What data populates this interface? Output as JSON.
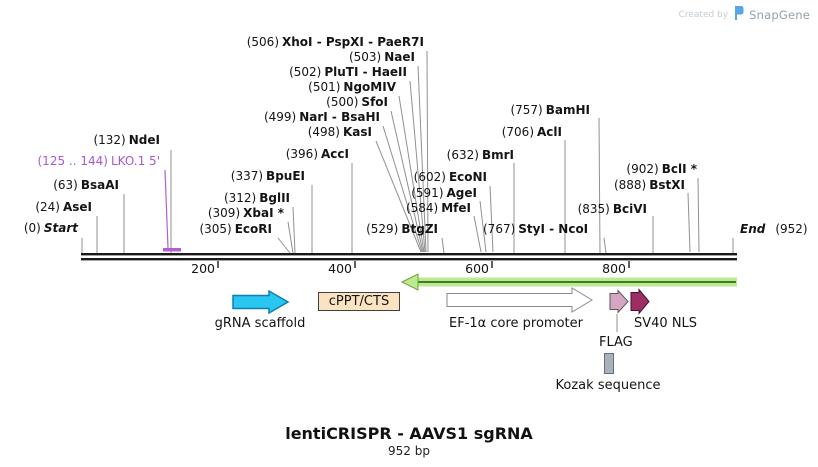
{
  "watermark": {
    "created_by": "Created by",
    "brand": "SnapGene"
  },
  "map_title": {
    "name": "lentiCRISPR - AAVS1 sgRNA",
    "length": "952 bp"
  },
  "ruler": {
    "ticks": [
      "200",
      "400",
      "600",
      "800"
    ],
    "start_pos": "(0)",
    "start_name": "Start",
    "end_name": "End",
    "end_pos": "(952)",
    "length_bp": 952
  },
  "primer": {
    "pos": "(125 .. 144)",
    "name": "LKO.1 5'",
    "color": "#a958d6"
  },
  "sites": [
    {
      "pos": "(506)",
      "name": "XhoI - PspXI - PaeR7I",
      "bp": 506
    },
    {
      "pos": "(503)",
      "name": "NaeI",
      "bp": 503
    },
    {
      "pos": "(502)",
      "name": "PluTI - HaeII",
      "bp": 502
    },
    {
      "pos": "(501)",
      "name": "NgoMIV",
      "bp": 501
    },
    {
      "pos": "(500)",
      "name": "SfoI",
      "bp": 500
    },
    {
      "pos": "(499)",
      "name": "NarI - BsaHI",
      "bp": 499
    },
    {
      "pos": "(498)",
      "name": "KasI",
      "bp": 498
    },
    {
      "pos": "(757)",
      "name": "BamHI",
      "bp": 757
    },
    {
      "pos": "(706)",
      "name": "AclI",
      "bp": 706
    },
    {
      "pos": "(902)",
      "name": "BclI *",
      "bp": 902
    },
    {
      "pos": "(888)",
      "name": "BstXI",
      "bp": 888
    },
    {
      "pos": "(835)",
      "name": "BciVI",
      "bp": 835
    },
    {
      "pos": "(632)",
      "name": "BmrI",
      "bp": 632
    },
    {
      "pos": "(602)",
      "name": "EcoNI",
      "bp": 602
    },
    {
      "pos": "(591)",
      "name": "AgeI",
      "bp": 591
    },
    {
      "pos": "(584)",
      "name": "MfeI",
      "bp": 584
    },
    {
      "pos": "(767)",
      "name": "StyI - NcoI",
      "bp": 767
    },
    {
      "pos": "(529)",
      "name": "BtgZI",
      "bp": 529
    },
    {
      "pos": "(396)",
      "name": "AccI",
      "bp": 396
    },
    {
      "pos": "(337)",
      "name": "BpuEI",
      "bp": 337
    },
    {
      "pos": "(312)",
      "name": "BglII",
      "bp": 312
    },
    {
      "pos": "(309)",
      "name": "XbaI *",
      "bp": 309
    },
    {
      "pos": "(305)",
      "name": "EcoRI",
      "bp": 305
    },
    {
      "pos": "(132)",
      "name": "NdeI",
      "bp": 132
    },
    {
      "pos": "(63)",
      "name": "BsaAI",
      "bp": 63
    },
    {
      "pos": "(24)",
      "name": "AseI",
      "bp": 24
    }
  ],
  "features": [
    {
      "label": "gRNA scaffold",
      "color": "#29c6f2"
    },
    {
      "label": "cPPT/CTS",
      "color": "#fbe3c2"
    },
    {
      "label": "EF-1α core promoter",
      "color": "#ffffff"
    },
    {
      "label": "FLAG",
      "color": "#d7a5c2"
    },
    {
      "label": "SV40 NLS",
      "color": "#9d2e64"
    },
    {
      "label": "Kozak sequence",
      "color": "#a9b2bb"
    },
    {
      "label": "",
      "color": "#bee993"
    }
  ]
}
